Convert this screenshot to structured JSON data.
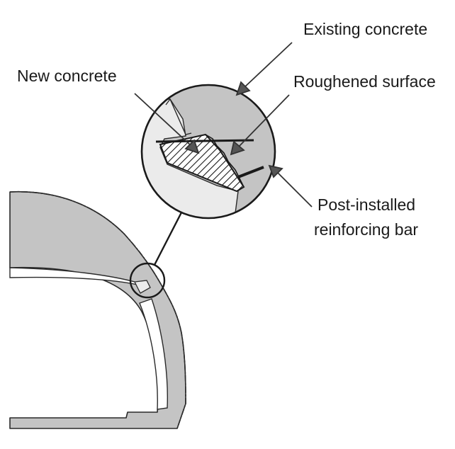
{
  "labels": {
    "existing_concrete": "Existing concrete",
    "new_concrete": "New concrete",
    "roughened_surface": "Roughened surface",
    "post_installed_bar_line1": "Post-installed",
    "post_installed_bar_line2": "reinforcing bar"
  },
  "colors": {
    "existing_concrete_fill": "#c4c4c4",
    "new_concrete_fill": "#ebebeb",
    "outline": "#2a2a2a",
    "text": "#1a1a1a"
  }
}
